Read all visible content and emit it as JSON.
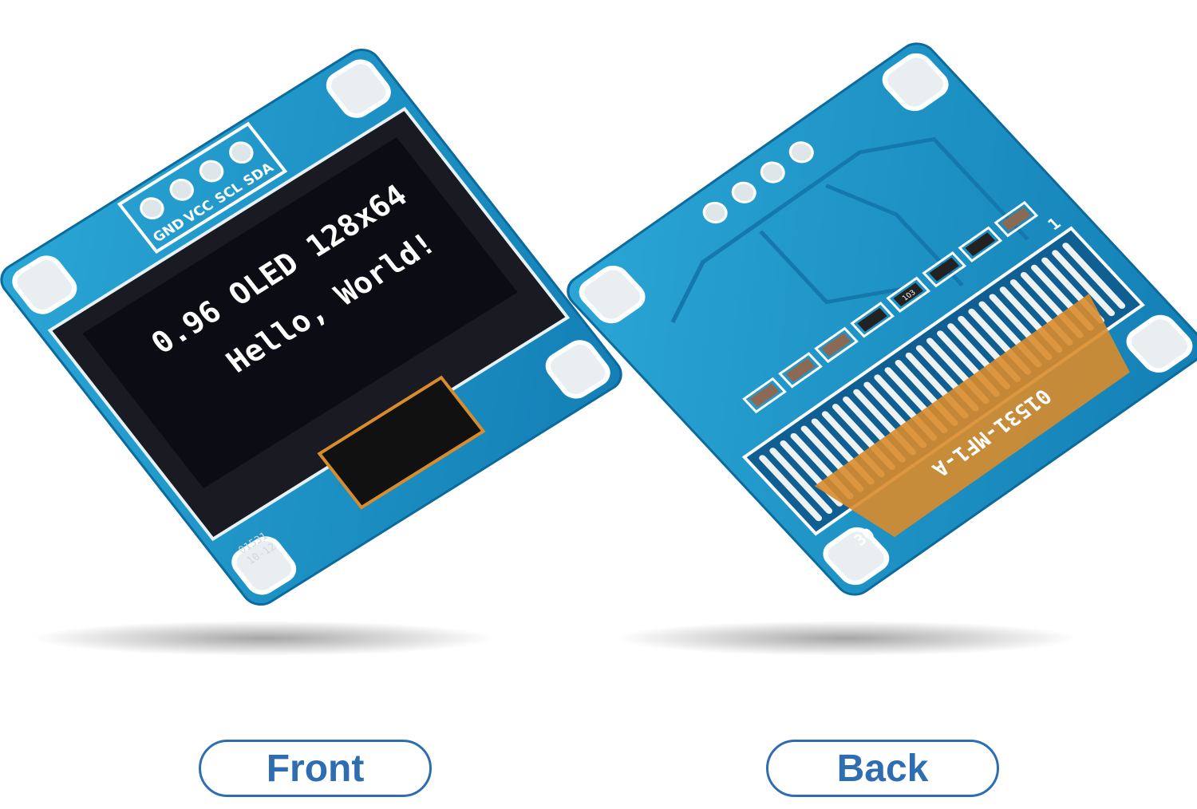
{
  "front": {
    "label": "Front",
    "pin_labels": [
      "GND",
      "VCC",
      "SCL",
      "SDA"
    ],
    "screen_line1": "0.96 OLED 128x64",
    "screen_line2": "Hello, World!",
    "panel_code": "01531",
    "panel_date": "10-12"
  },
  "back": {
    "label": "Back",
    "flex_code": "01531-MF1-A",
    "pin_first": "1",
    "pin_last": "30",
    "resistor_code": "103"
  },
  "colors": {
    "pcb": "#1e8fc0",
    "pcb_dark": "#0f5f92",
    "screen": "#0c0c14",
    "flex": "#d98c2b",
    "accent": "#2e6db0"
  }
}
